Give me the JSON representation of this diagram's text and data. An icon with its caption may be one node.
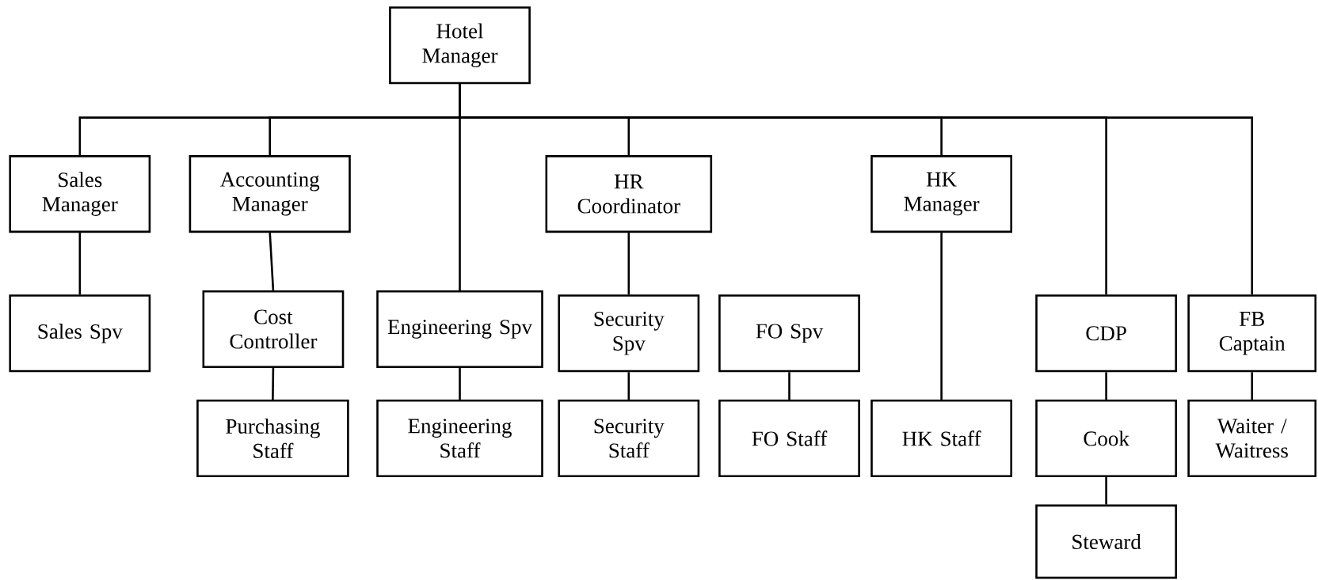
{
  "diagram": {
    "nodes": [
      {
        "text": [
          "Hotel Manager"
        ]
      },
      {
        "text": [
          "Sales Manager"
        ]
      },
      {
        "text": [
          "Accounting Manager"
        ]
      },
      {
        "text": [
          "HR Coordinator"
        ]
      },
      {
        "text": [
          "HK Manager"
        ]
      },
      {
        "text": [
          "Sales Spv"
        ]
      },
      {
        "text": [
          "Cost Controller"
        ]
      },
      {
        "text": [
          "Engineering Spv"
        ]
      },
      {
        "text": [
          "Security Spv"
        ]
      },
      {
        "text": [
          "FO Spv"
        ]
      },
      {
        "text": [
          "CDP"
        ]
      },
      {
        "text": [
          "FB Captain"
        ]
      },
      {
        "text": [
          "Purchasing Staff"
        ]
      },
      {
        "text": [
          "Engineering Staff"
        ]
      },
      {
        "text": [
          "Security Staff"
        ]
      },
      {
        "text": [
          "FO Staff"
        ]
      },
      {
        "text": [
          "HK Staff"
        ]
      },
      {
        "text": [
          "Cook"
        ]
      },
      {
        "text": [
          "Waiter / Waitress"
        ]
      },
      {
        "text": [
          "Steward"
        ]
      }
    ],
    "edges": [
      {
        "from": 0,
        "to": 1,
        "arrow": "none"
      },
      {
        "from": 0,
        "to": 2,
        "arrow": "none"
      },
      {
        "from": 0,
        "to": 7,
        "arrow": "none"
      },
      {
        "from": 0,
        "to": 3,
        "arrow": "none"
      },
      {
        "from": 0,
        "to": 4,
        "arrow": "none"
      },
      {
        "from": 0,
        "to": 10,
        "arrow": "none"
      },
      {
        "from": 0,
        "to": 11,
        "arrow": "none"
      },
      {
        "from": 1,
        "to": 5,
        "arrow": "none"
      },
      {
        "from": 2,
        "to": 6,
        "arrow": "none"
      },
      {
        "from": 6,
        "to": 12,
        "arrow": "none"
      },
      {
        "from": 7,
        "to": 13,
        "arrow": "none"
      },
      {
        "from": 3,
        "to": 8,
        "arrow": "none"
      },
      {
        "from": 8,
        "to": 14,
        "arrow": "none"
      },
      {
        "from": 9,
        "to": 15,
        "arrow": "none"
      },
      {
        "from": 4,
        "to": 16,
        "arrow": "none"
      },
      {
        "from": 10,
        "to": 17,
        "arrow": "none"
      },
      {
        "from": 17,
        "to": 19,
        "arrow": "none"
      },
      {
        "from": 11,
        "to": 18,
        "arrow": "none"
      }
    ]
  }
}
